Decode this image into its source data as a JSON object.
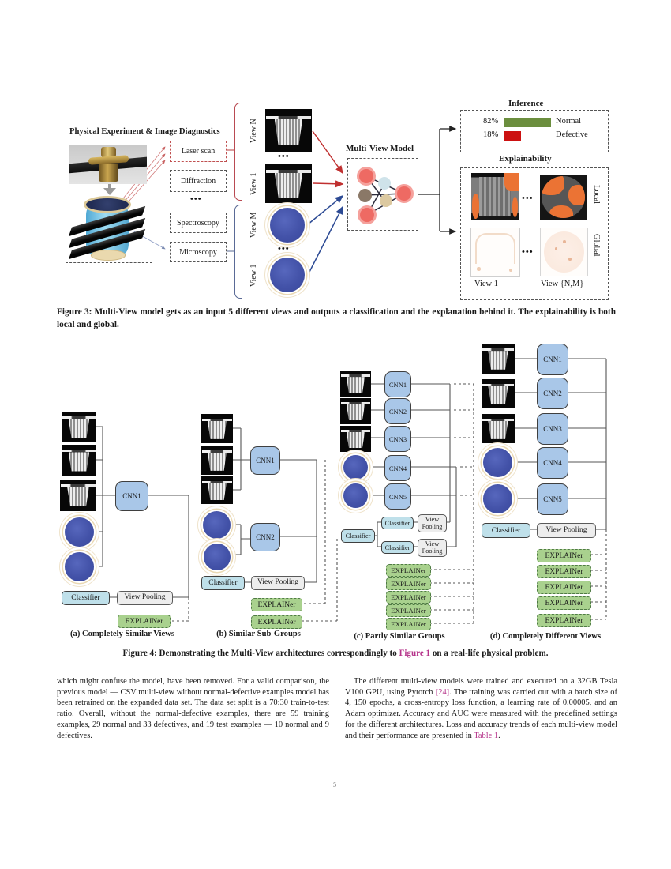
{
  "page": {
    "number": "5"
  },
  "colors": {
    "link": "#b5338a",
    "bar_normal": "#6b8e3e",
    "bar_defective": "#cc1111",
    "cnn_fill": "#a9c7e8",
    "classifier_fill": "#bfe0ea",
    "pooling_fill": "#ededed",
    "explainer_fill": "#a9d18e",
    "arrow_red": "#c03030",
    "arrow_blue": "#2c4a94"
  },
  "figure3": {
    "dots": "•••",
    "left": {
      "title": "Physical Experiment  & Image Diagnostics",
      "methods": [
        "Laser scan",
        "Diffraction",
        "Spectroscopy",
        "Microscopy"
      ]
    },
    "views": {
      "labels": [
        "View N",
        "View 1",
        "View M",
        "View 1"
      ]
    },
    "model": {
      "label": "Multi-View Model"
    },
    "inference": {
      "title": "Inference",
      "rows": [
        {
          "pct": "82%",
          "label": "Normal"
        },
        {
          "pct": "18%",
          "label": "Defective"
        }
      ]
    },
    "explainability": {
      "title": "Explainability",
      "row_labels": [
        "Local",
        "Global"
      ],
      "col_labels": [
        "View 1",
        "View {N,M}"
      ]
    },
    "caption": "Figure 3: Multi-View model gets as an input 5 different views and outputs a classification and the explanation behind it. The explainability is both local and global."
  },
  "figure4": {
    "caption": {
      "pre": "Figure 4: Demonstrating the Multi-View architectures correspondingly to ",
      "link": "Figure 1",
      "post": " on a real-life physical problem."
    },
    "columns": [
      {
        "caption": "(a) Completely Similar Views",
        "cnns": [
          "CNN1"
        ],
        "classifiers": [
          "Classifier"
        ],
        "pooling": [
          "View Pooling"
        ],
        "explainers": [
          "EXPLAINer"
        ]
      },
      {
        "caption": "(b) Similar Sub-Groups",
        "cnns": [
          "CNN1",
          "CNN2"
        ],
        "classifiers": [
          "Classifier"
        ],
        "pooling": [
          "View Pooling"
        ],
        "explainers": [
          "EXPLAINer",
          "EXPLAINer"
        ]
      },
      {
        "caption": "(c) Partly Similar Groups",
        "cnns": [
          "CNN1",
          "CNN2",
          "CNN3",
          "CNN4",
          "CNN5"
        ],
        "classifiers": [
          "Classifier",
          "Classifier",
          "Classifier"
        ],
        "pooling": [
          "View Pooling",
          "View Pooling"
        ],
        "explainers": [
          "EXPLAINer",
          "EXPLAINer",
          "EXPLAINer",
          "EXPLAINer",
          "EXPLAINer"
        ]
      },
      {
        "caption": "(d) Completely Different Views",
        "cnns": [
          "CNN1",
          "CNN2",
          "CNN3",
          "CNN4",
          "CNN5"
        ],
        "classifiers": [
          "Classifier"
        ],
        "pooling": [
          "View Pooling"
        ],
        "explainers": [
          "EXPLAINer",
          "EXPLAINer",
          "EXPLAINer",
          "EXPLAINer",
          "EXPLAINer"
        ]
      }
    ]
  },
  "body": {
    "left": {
      "text": "which might confuse the model, have been removed. For a valid comparison, the previous model — CSV multi-view without normal-defective examples model has been retrained on the expanded data set. The data set split is a 70:30 train-to-test ratio. Overall, without the normal-defective examples, there are 59 training examples, 29 normal and 33 defectives, and 19 test examples — 10 normal and 9 defectives."
    },
    "right": {
      "s1": "The different multi-view models were trained and executed on a 32GB Tesla V100 GPU, using Pytorch ",
      "link1": "[24]",
      "s2": ". The training was carried out with a batch size of 4, 150 epochs, a cross-entropy loss function, a learning rate of 0.00005, and an Adam optimizer. Accuracy and AUC were measured with the predefined settings for the different architectures. Loss and accuracy trends of each multi-view model and their performance are presented in ",
      "link2": "Table 1",
      "s3": "."
    }
  }
}
